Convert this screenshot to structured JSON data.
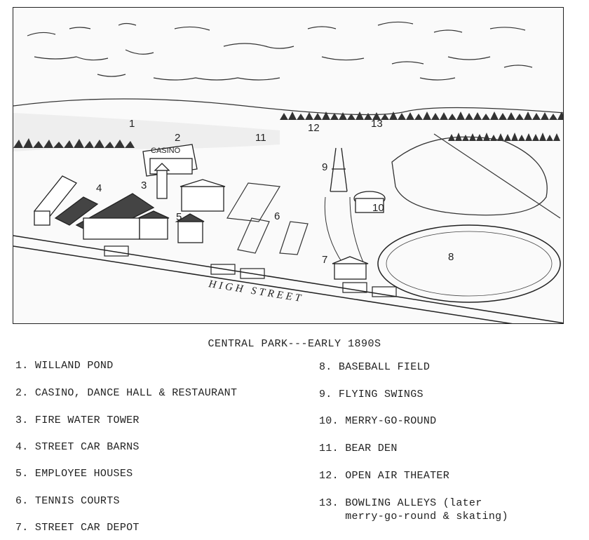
{
  "map": {
    "street_label": "HIGH STREET",
    "casino_sign": "CASINO",
    "numbers": [
      "1",
      "2",
      "3",
      "4",
      "5",
      "6",
      "7",
      "8",
      "9",
      "10",
      "11",
      "12",
      "13"
    ]
  },
  "caption": "CENTRAL PARK---EARLY 1890S",
  "legend": [
    "1. WILLAND POND",
    "2. CASINO, DANCE HALL & RESTAURANT",
    "3. FIRE WATER TOWER",
    "4. STREET CAR BARNS",
    "5. EMPLOYEE HOUSES",
    "6. TENNIS COURTS",
    "7. STREET CAR DEPOT",
    "8. BASEBALL FIELD",
    "9. FLYING SWINGS",
    "10. MERRY-GO-ROUND",
    "11. BEAR DEN",
    "12. OPEN AIR THEATER",
    "13. BOWLING ALLEYS (later\n    merry-go-round & skating)"
  ]
}
